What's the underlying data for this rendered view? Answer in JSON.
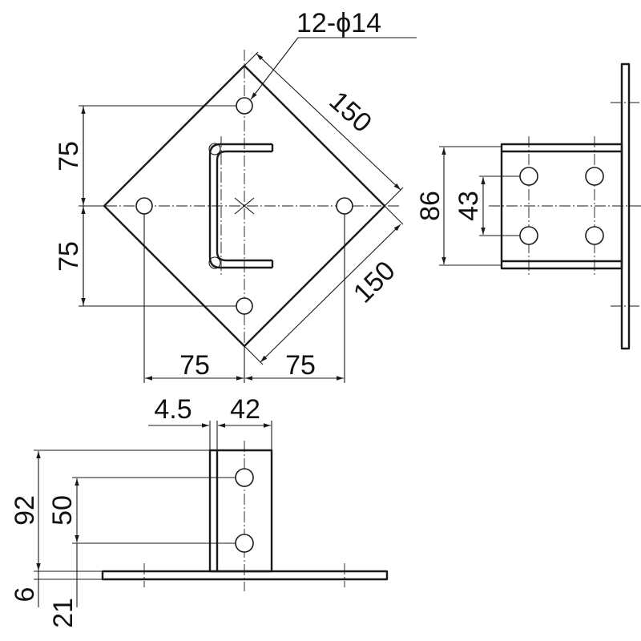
{
  "drawing": {
    "hole_callout": "12-ϕ14",
    "top_view": {
      "edge_length_upper": "150",
      "edge_length_lower": "150",
      "half_height_upper": "75",
      "half_height_lower": "75",
      "half_width_left": "75",
      "half_width_right": "75"
    },
    "side_view": {
      "overall_height": "86",
      "hole_pitch": "43"
    },
    "front_view": {
      "plate_thickness": "4.5",
      "flange_width": "42",
      "bracket_height": "92",
      "hole_pitch": "50",
      "base_thickness": "6",
      "hole_offset": "21"
    }
  }
}
